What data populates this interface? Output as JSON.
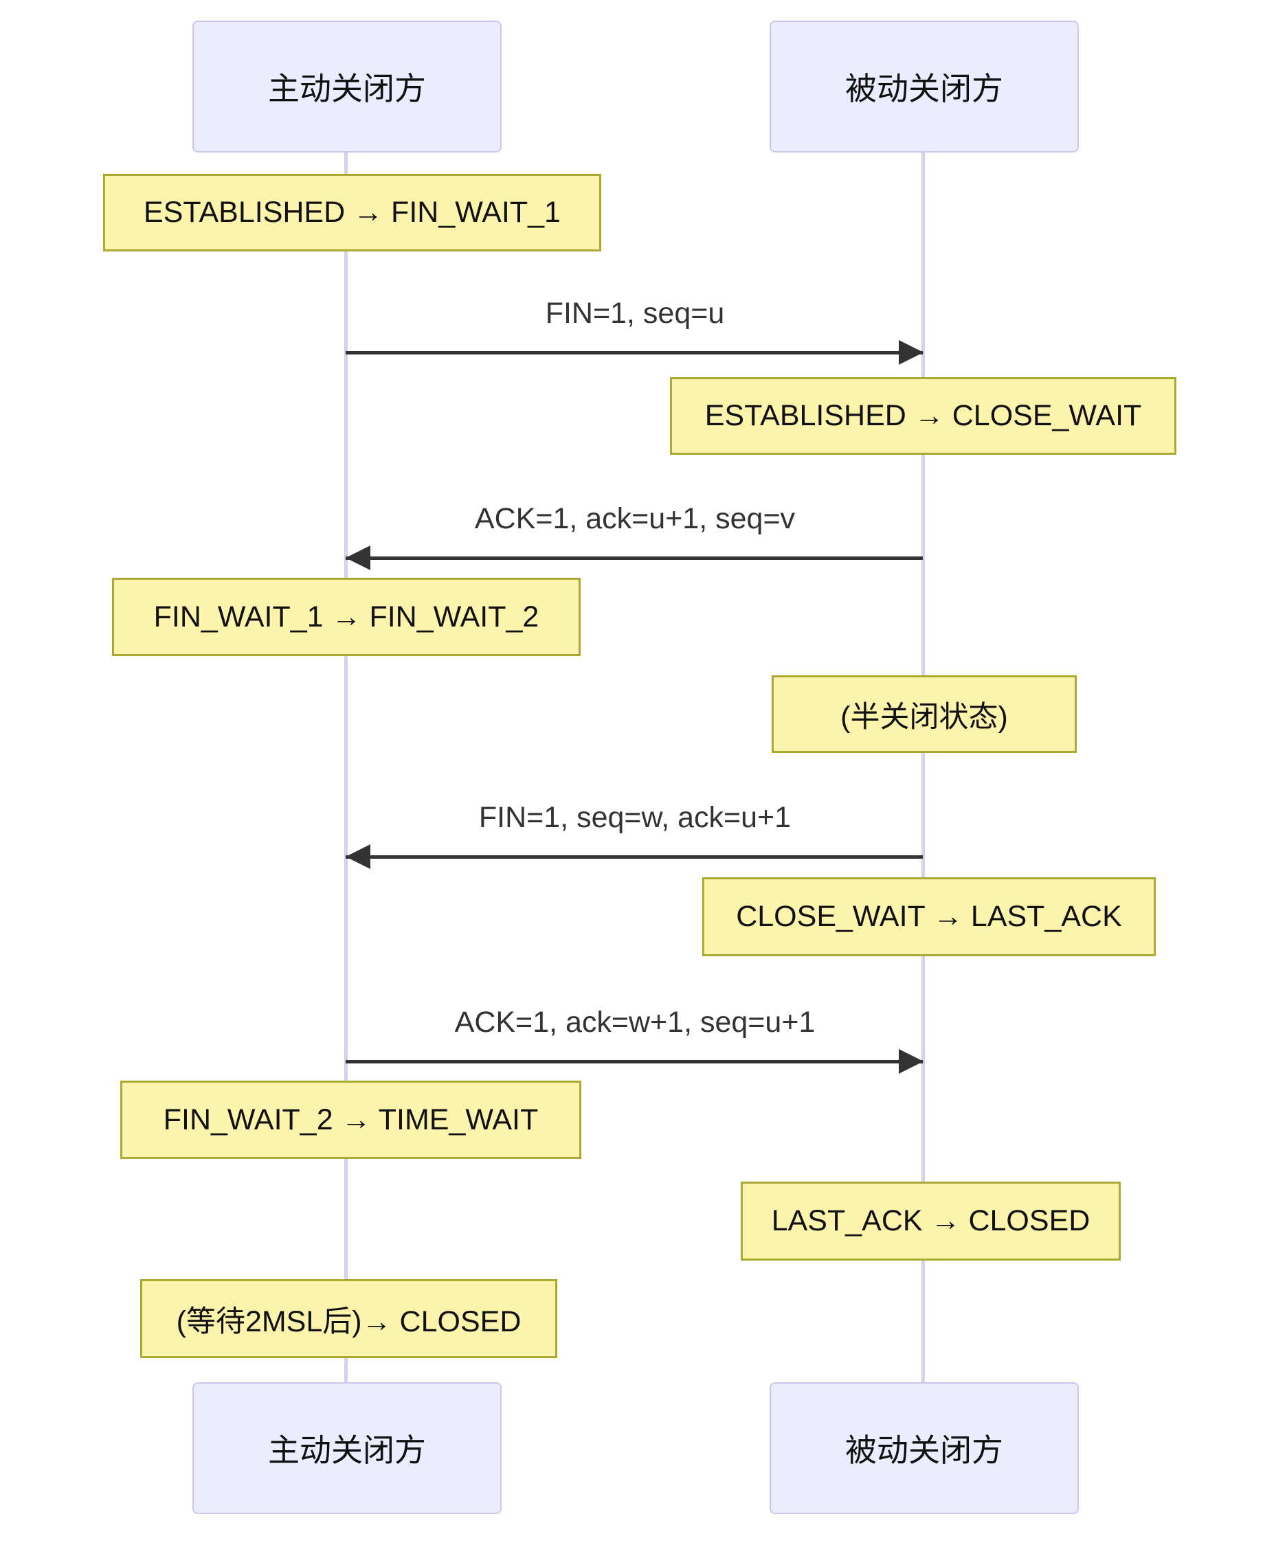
{
  "diagram": {
    "type": "sequence-diagram",
    "subject": "TCP connection close (four-way handshake) state transitions",
    "actors": {
      "active_closer": "主动关闭方",
      "passive_closer": "被动关闭方"
    },
    "notes": [
      {
        "text": "ESTABLISHED → FIN_WAIT_1",
        "over": "active_closer"
      },
      {
        "text": "ESTABLISHED → CLOSE_WAIT",
        "over": "passive_closer"
      },
      {
        "text": "FIN_WAIT_1 → FIN_WAIT_2",
        "over": "active_closer"
      },
      {
        "text": "(半关闭状态)",
        "over": "passive_closer"
      },
      {
        "text": "CLOSE_WAIT → LAST_ACK",
        "over": "passive_closer"
      },
      {
        "text": "FIN_WAIT_2 → TIME_WAIT",
        "over": "active_closer"
      },
      {
        "text": "LAST_ACK → CLOSED",
        "over": "passive_closer"
      },
      {
        "text": "(等待2MSL后)→ CLOSED",
        "over": "active_closer"
      }
    ],
    "messages": [
      {
        "text": "FIN=1, seq=u",
        "from": "active_closer",
        "to": "passive_closer",
        "direction": "right"
      },
      {
        "text": "ACK=1, ack=u+1, seq=v",
        "from": "passive_closer",
        "to": "active_closer",
        "direction": "left"
      },
      {
        "text": "FIN=1, seq=w, ack=u+1",
        "from": "passive_closer",
        "to": "active_closer",
        "direction": "left"
      },
      {
        "text": "ACK=1, ack=w+1, seq=u+1",
        "from": "active_closer",
        "to": "passive_closer",
        "direction": "right"
      }
    ],
    "colors": {
      "actor_fill": "#ECECFF",
      "actor_border": "#CFC4EA",
      "lifeline": "#D8CEED",
      "note_fill": "#FCF4AD",
      "note_border": "#AAAA33",
      "message_line": "#333333",
      "message_text": "#333333",
      "note_text": "#111111"
    }
  }
}
